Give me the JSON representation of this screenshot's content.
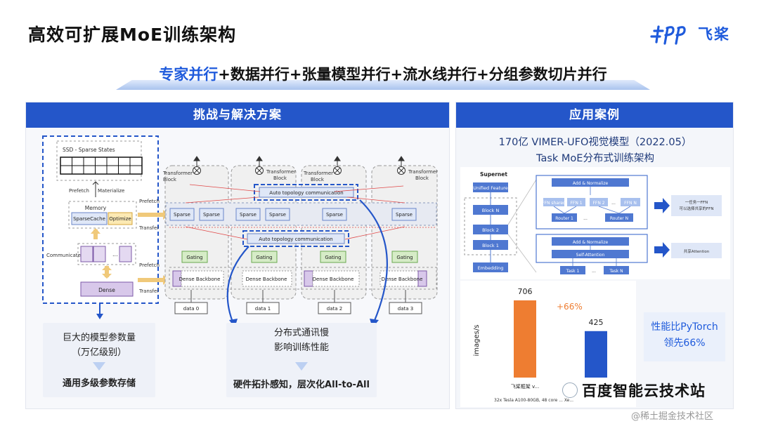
{
  "title": "高效可扩展MoE训练架构",
  "logo": {
    "text": "飞桨",
    "icon": "paddle-logo-icon"
  },
  "banner": {
    "highlight": "专家并行",
    "rest": "+数据并行+张量模型并行+流水线并行+分组参数切片并行"
  },
  "left_panel": {
    "header": "挑战与解决方案",
    "memory_diagram": {
      "ssd_label": "SSD - Sparse States",
      "prefetch": "Prefetch",
      "materialize": "Materialize",
      "memory_label": "Memory",
      "sparsecache": "SparseCache",
      "optimize": "Optimize",
      "communicate": "Communicate",
      "dots": "...",
      "dense": "Dense",
      "side_prefetch_1": "Prefetch",
      "side_transfer_1": "Transfer",
      "side_prefetch_2": "Prefetch",
      "side_transfer_2": "Transfer"
    },
    "moe_diagram": {
      "transformer_block": "Transformer",
      "block_word": "Block",
      "auto_topology": "Auto topology communication",
      "sparse": "Sparse",
      "gating": "Gating",
      "dense_backbone": "Dense Backbone",
      "data": [
        "data 0",
        "data 1",
        "data 2",
        "data 3"
      ]
    },
    "card1": {
      "line1": "巨大的模型参数量",
      "line2": "（万亿级别）",
      "solution": "通用多级参数存储"
    },
    "card2": {
      "line1": "分布式通讯慢",
      "line2": "影响训练性能",
      "solution": "硬件拓扑感知，层次化All-to-All"
    }
  },
  "right_panel": {
    "header": "应用案例",
    "subtitle_line1": "170亿 VIMER-UFO视觉模型（2022.05）",
    "subtitle_line2": "Task MoE分布式训练架构",
    "supernet": {
      "title": "Supernet",
      "stack": [
        "Unified Feature",
        "Block N",
        "Block 2",
        "Block 1",
        "Embedding"
      ],
      "add_norm": "Add & Normalize",
      "ffn_shared": "FFN shared",
      "ffn1": "FFN 1",
      "ffn2": "FFN 2",
      "ffnN": "FFN N",
      "dots": "...",
      "router1": "Router 1",
      "routerN": "Router N",
      "self_attention": "Self-Attention",
      "task1": "Task 1",
      "taskN": "Task N",
      "note_ffn_line1": "一任务一FFN",
      "note_ffn_line2": "可以选择共享的FFN",
      "note_attn": "共享Attention"
    },
    "perf_note": {
      "line1": "性能比PyTorch",
      "line2": "领先66%"
    }
  },
  "chart_data": {
    "type": "bar",
    "ylabel": "images/s",
    "categories": [
      "飞桨框架 v...",
      "..."
    ],
    "values": [
      706,
      425
    ],
    "colors": [
      "#ee7d31",
      "#2456c9"
    ],
    "annotation": "+66%",
    "annotation_color": "#ee7d31",
    "footnote": "32x Tesla A100-80GB, 48 core ... Xe..."
  },
  "watermark": {
    "main": "百度智能云技术站",
    "site": "@稀土掘金技术社区"
  }
}
